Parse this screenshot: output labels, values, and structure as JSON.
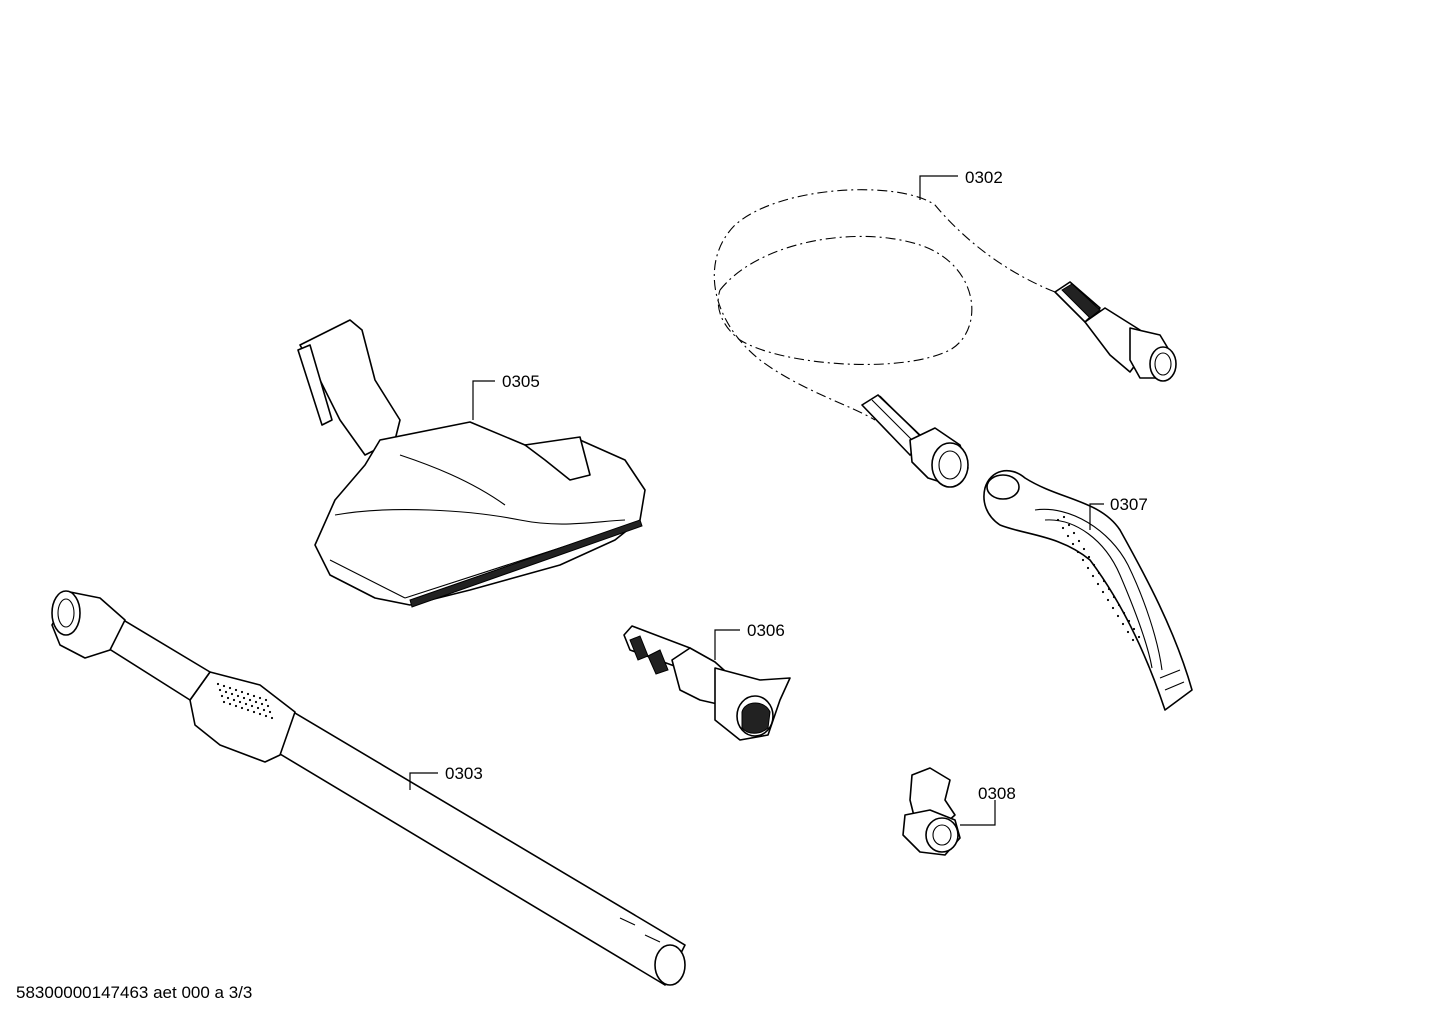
{
  "diagram": {
    "part_labels": [
      {
        "id": "0302"
      },
      {
        "id": "0305"
      },
      {
        "id": "0307"
      },
      {
        "id": "0306"
      },
      {
        "id": "0303"
      },
      {
        "id": "0308"
      }
    ],
    "parts": [
      {
        "id": "0302",
        "name": "hose"
      },
      {
        "id": "0305",
        "name": "floor-nozzle"
      },
      {
        "id": "0307",
        "name": "handle"
      },
      {
        "id": "0306",
        "name": "brush-nozzle"
      },
      {
        "id": "0303",
        "name": "telescopic-tube"
      },
      {
        "id": "0308",
        "name": "clip"
      }
    ],
    "footer": "58300000147463 aet 000 a 3/3"
  }
}
